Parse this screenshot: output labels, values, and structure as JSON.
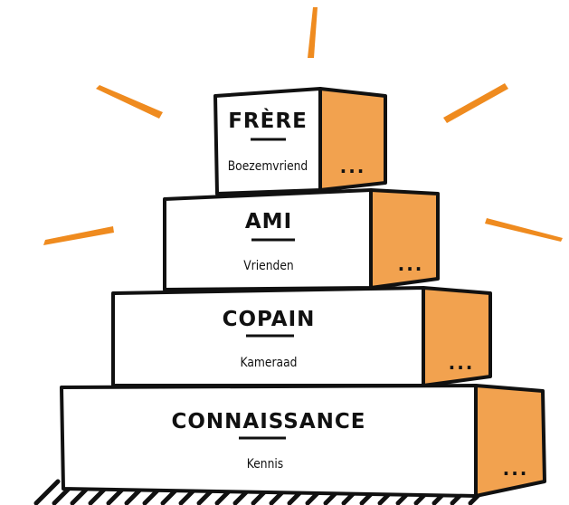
{
  "colors": {
    "accent": "#f2a24f",
    "ray": "#ef8b1f",
    "outline": "#111111",
    "front": "#ffffff"
  },
  "boxes": [
    {
      "title": "FRÈRE",
      "subtitle": "Boezemvriend",
      "dots": "..."
    },
    {
      "title": "AMI",
      "subtitle": "Vrienden",
      "dots": "..."
    },
    {
      "title": "COPAIN",
      "subtitle": "Kameraad",
      "dots": "..."
    },
    {
      "title": "CONNAISSANCE",
      "subtitle": "Kennis",
      "dots": "..."
    }
  ]
}
